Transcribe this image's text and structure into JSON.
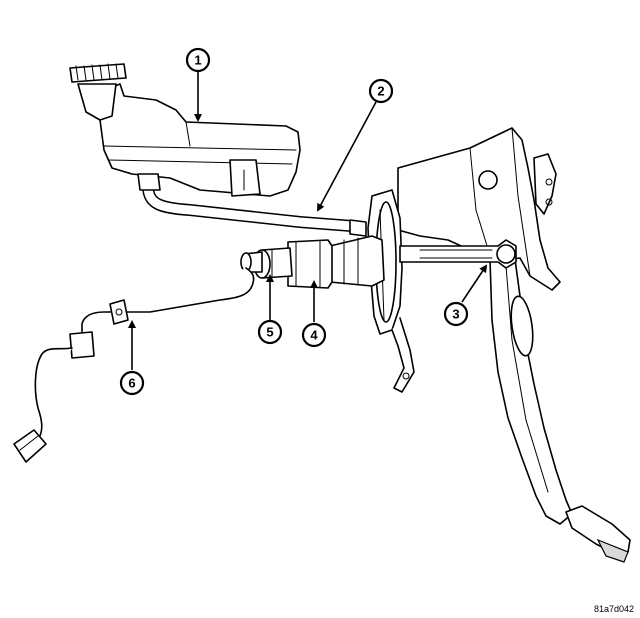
{
  "diagram": {
    "callouts": [
      {
        "id": "callout-1",
        "label": "1"
      },
      {
        "id": "callout-2",
        "label": "2"
      },
      {
        "id": "callout-3",
        "label": "3"
      },
      {
        "id": "callout-4",
        "label": "4"
      },
      {
        "id": "callout-5",
        "label": "5"
      },
      {
        "id": "callout-6",
        "label": "6"
      }
    ],
    "figure_code": "81a7d042"
  }
}
